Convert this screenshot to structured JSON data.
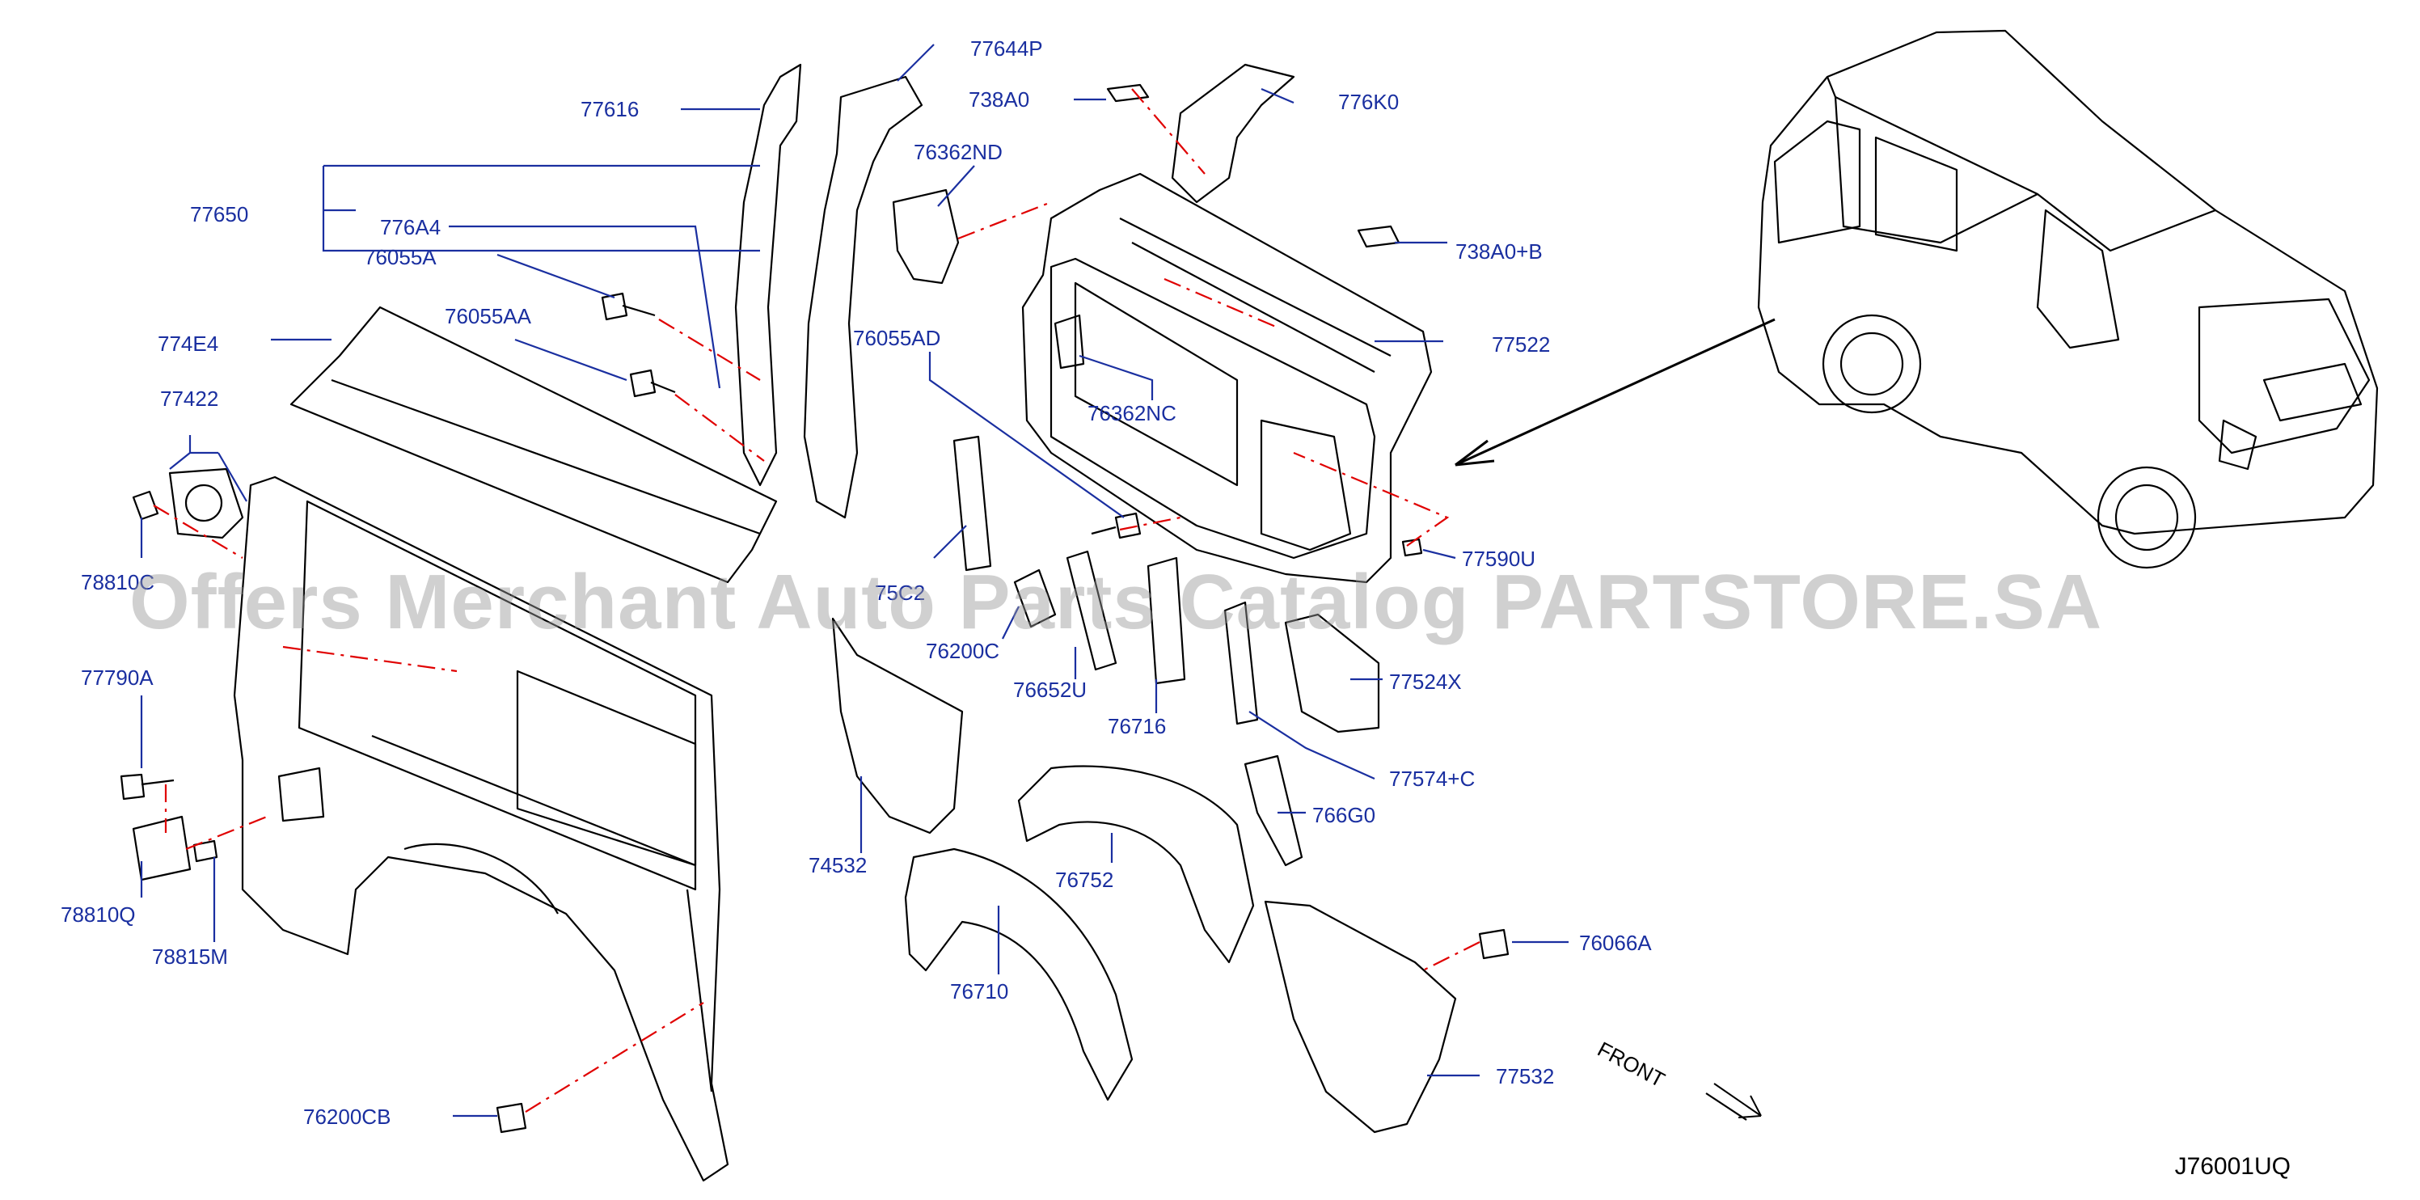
{
  "callouts": {
    "p77616": "77616",
    "p77644P": "77644P",
    "p738A0": "738A0",
    "p776K0": "776K0",
    "p76362ND": "76362ND",
    "p77650": "77650",
    "p776A4": "776A4",
    "p76055A": "76055A",
    "p738A0B": "738A0+B",
    "p76055AA": "76055AA",
    "p77522": "77522",
    "p774E4": "774E4",
    "p76055AD": "76055AD",
    "p76362NC": "76362NC",
    "p77422": "77422",
    "p77590U": "77590U",
    "p78810C": "78810C",
    "p75C2": "75C2",
    "p76200C": "76200C",
    "p77790A": "77790A",
    "p77524X": "77524X",
    "p76652U": "76652U",
    "p76716": "76716",
    "p77574C": "77574+C",
    "p766G0": "766G0",
    "p74532": "74532",
    "p76752": "76752",
    "p78810Q": "78810Q",
    "p78815M": "78815M",
    "p76066A": "76066A",
    "p76710": "76710",
    "p77532": "77532",
    "p76200CB": "76200CB"
  },
  "watermark": "Offers Merchant Auto Parts Catalog PARTSTORE.SA",
  "front_label": "FRONT",
  "diagram_code": "J76001UQ",
  "colors": {
    "callout_text": "#1a2fa0",
    "leader_line": "#1a2fa0",
    "part_outline": "#000000",
    "dash_connector": "#e00000",
    "watermark": "#969696"
  }
}
